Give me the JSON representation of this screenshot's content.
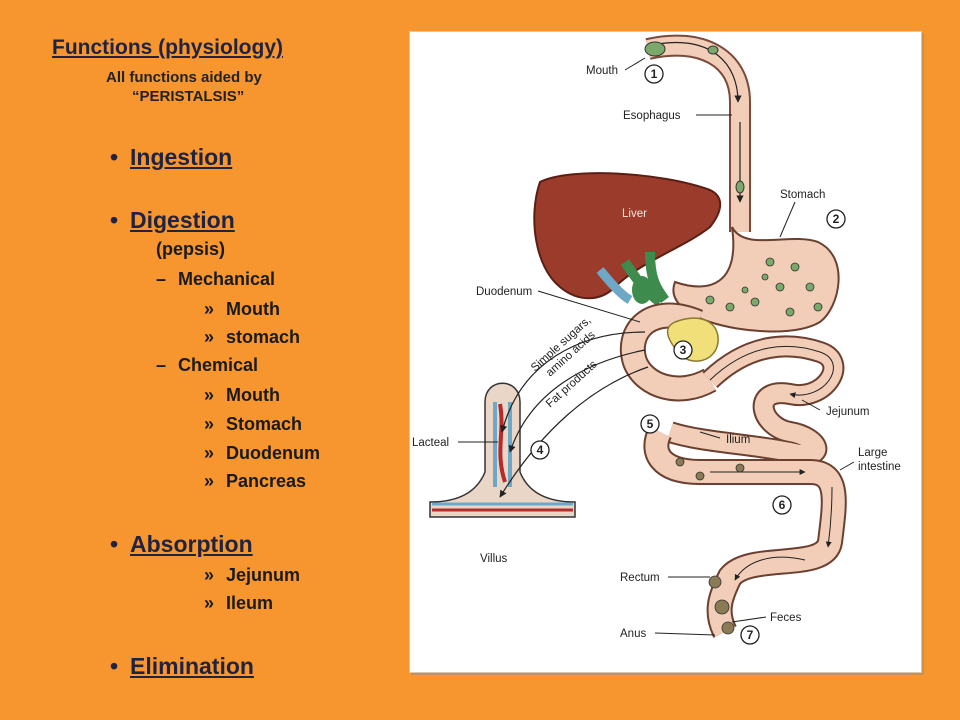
{
  "slide": {
    "title": "Functions (physiology)",
    "subtitle_line1": "All functions aided by",
    "subtitle_line2": "“PERISTALSIS”"
  },
  "outline": {
    "ingestion": "Ingestion",
    "digestion": "Digestion",
    "pepsis": "(pepsis)",
    "mechanical": "Mechanical",
    "mech_mouth": "Mouth",
    "mech_stomach": "stomach",
    "chemical": "Chemical",
    "chem_mouth": "Mouth",
    "chem_stomach": "Stomach",
    "chem_duodenum": "Duodenum",
    "chem_pancreas": "Pancreas",
    "absorption": "Absorption",
    "abs_jejunum": "Jejunum",
    "abs_ileum": "Ileum",
    "elimination": "Elimination",
    "bullet": "•",
    "dash": "–",
    "guillemet": "»"
  },
  "diagram": {
    "labels": {
      "mouth": "Mouth",
      "esophagus": "Esophagus",
      "stomach": "Stomach",
      "liver": "Liver",
      "duodenum": "Duodenum",
      "simple_sugars": "Simple sugars,",
      "amino_acids": "amino acids",
      "fat_products": "Fat products",
      "jejunum": "Jejunum",
      "ilium": "Ilium",
      "large_intestine_1": "Large",
      "large_intestine_2": "intestine",
      "lacteal": "Lacteal",
      "villus": "Villus",
      "rectum": "Rectum",
      "feces": "Feces",
      "anus": "Anus"
    },
    "steps": [
      "1",
      "2",
      "3",
      "4",
      "5",
      "6",
      "7"
    ]
  },
  "colors": {
    "background": "#F7962E",
    "heading_text": "#1f2340",
    "tract": "#F2CDB8",
    "liver": "#9B3B2C",
    "gallbladder": "#3E8B4E",
    "pancreas": "#F1E07A"
  }
}
